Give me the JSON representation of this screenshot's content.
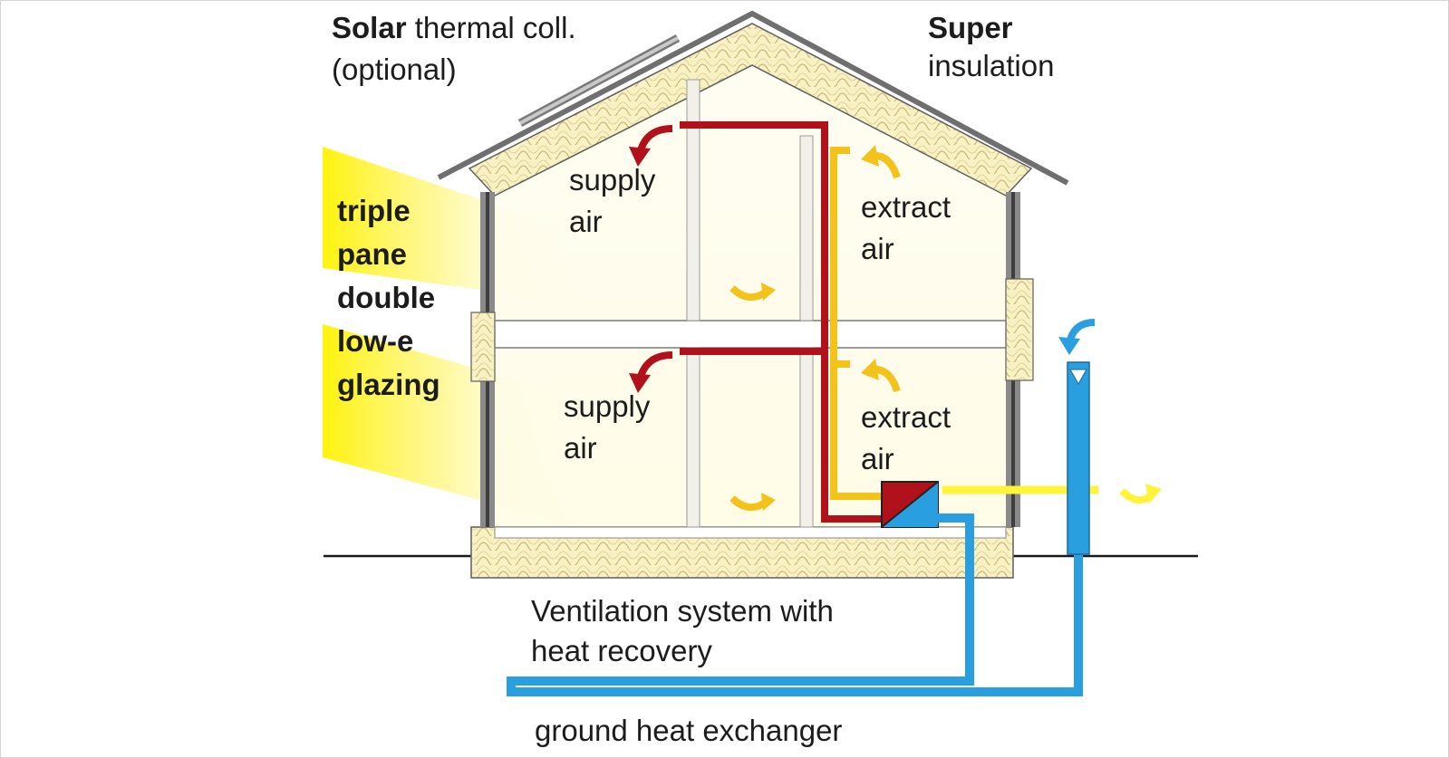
{
  "labels": {
    "solar_bold": "Solar",
    "solar_rest": " thermal coll.",
    "solar_optional": "(optional)",
    "super": "Super",
    "insulation": "insulation",
    "glazing": [
      "triple",
      "pane",
      "double",
      "low-e",
      "glazing"
    ],
    "upper_supply": [
      "supply",
      "air"
    ],
    "upper_extract": [
      "extract",
      "air"
    ],
    "lower_supply": [
      "supply",
      "air"
    ],
    "lower_extract": [
      "extract",
      "air"
    ],
    "ventilation": [
      "Ventilation system with",
      "heat recovery"
    ],
    "ground": "ground heat exchanger"
  },
  "colors": {
    "supply_duct": "#b0111b",
    "extract_duct": "#f3c21b",
    "ground_pipe": "#2a9fe0",
    "insulation_fill": "#f7f1c4",
    "sunlight": "#ffef3a",
    "roof": "#6f6f6f"
  }
}
